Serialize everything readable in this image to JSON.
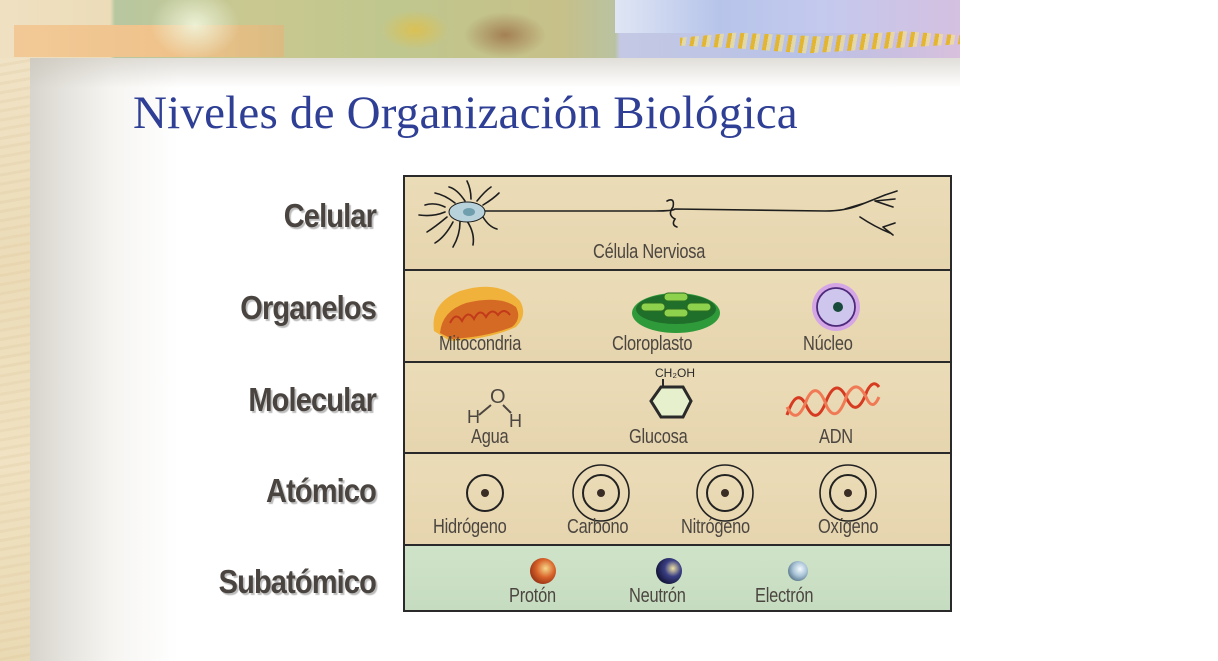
{
  "slide": {
    "title": "Niveles de Organización Biológica",
    "title_color": "#2e3f95",
    "label_color": "#4a4440"
  },
  "levels": [
    {
      "label": "Celular",
      "background": "#e9d9b4",
      "items": [
        {
          "caption": "Célula Nerviosa",
          "icon": "neuron-icon"
        }
      ]
    },
    {
      "label": "Organelos",
      "background": "#e9d9b4",
      "items": [
        {
          "caption": "Mitocondria",
          "icon": "mitochondria-icon"
        },
        {
          "caption": "Cloroplasto",
          "icon": "chloroplast-icon"
        },
        {
          "caption": "Núcleo",
          "icon": "nucleus-icon"
        }
      ]
    },
    {
      "label": "Molecular",
      "background": "#e9d9b4",
      "items": [
        {
          "caption": "Agua",
          "icon": "water-molecule-icon",
          "atoms": [
            "O",
            "H",
            "H"
          ]
        },
        {
          "caption": "Glucosa",
          "icon": "glucose-ring-icon",
          "group": "CH₂OH"
        },
        {
          "caption": "ADN",
          "icon": "dna-helix-icon"
        }
      ]
    },
    {
      "label": "Atómico",
      "background": "#e9d9b4",
      "items": [
        {
          "caption": "Hidrógeno",
          "icon": "hydrogen-atom-icon",
          "shells": 1
        },
        {
          "caption": "Carbono",
          "icon": "carbon-atom-icon",
          "shells": 2
        },
        {
          "caption": "Nitrógeno",
          "icon": "nitrogen-atom-icon",
          "shells": 2
        },
        {
          "caption": "Oxígeno",
          "icon": "oxygen-atom-icon",
          "shells": 2
        }
      ]
    },
    {
      "label": "Subatómico",
      "background": "#cbe0c4",
      "items": [
        {
          "caption": "Protón",
          "icon": "proton-sphere-icon",
          "color": "#c8501e"
        },
        {
          "caption": "Neutrón",
          "icon": "neutron-sphere-icon",
          "color": "#1c1f5a"
        },
        {
          "caption": "Electrón",
          "icon": "electron-sphere-icon",
          "color": "#a9c3d6"
        }
      ]
    }
  ]
}
